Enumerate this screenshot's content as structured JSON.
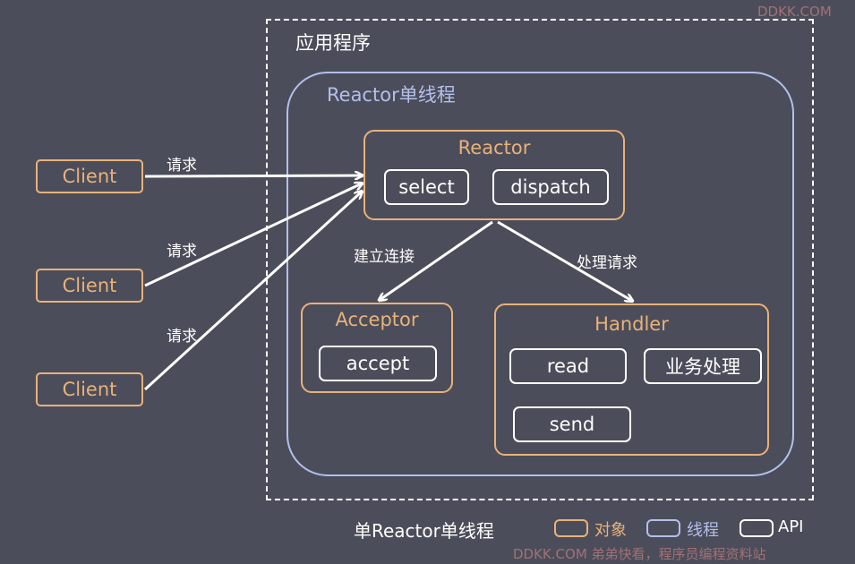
{
  "app": {
    "title": "应用程序"
  },
  "thread": {
    "title": "Reactor单线程"
  },
  "reactor": {
    "title": "Reactor",
    "apis": [
      "select",
      "dispatch"
    ]
  },
  "acceptor": {
    "title": "Acceptor",
    "apis": [
      "accept"
    ]
  },
  "handler": {
    "title": "Handler",
    "apis": [
      "read",
      "业务处理",
      "send"
    ]
  },
  "clients": [
    {
      "label": "Client",
      "edge_label": "请求"
    },
    {
      "label": "Client",
      "edge_label": "请求"
    },
    {
      "label": "Client",
      "edge_label": "请求"
    }
  ],
  "edges": {
    "to_acceptor": "建立连接",
    "to_handler": "处理请求"
  },
  "legend": {
    "caption": "单Reactor单线程",
    "items": [
      {
        "label": "对象",
        "color": "#e8b27a"
      },
      {
        "label": "线程",
        "color": "#b3c0ec"
      },
      {
        "label": "API",
        "color": "#ffffff"
      }
    ]
  },
  "watermark": {
    "top": "DDKK.COM",
    "bottom": "DDKK.COM 弟弟快看，程序员编程资料站"
  },
  "colors": {
    "background": "#4c4d5a",
    "object": "#e8b27a",
    "thread": "#b3c0ec",
    "api": "#ffffff"
  }
}
